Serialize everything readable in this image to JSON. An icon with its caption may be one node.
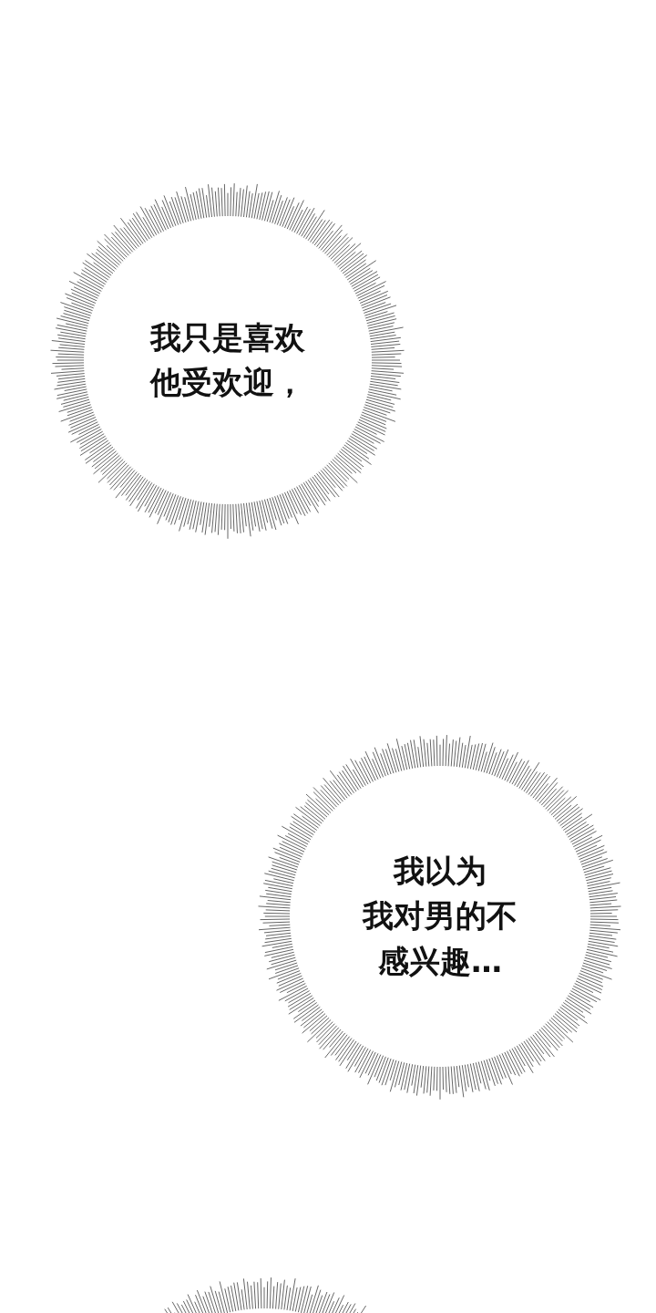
{
  "diagram": {
    "nodes": [
      {
        "text": [
          "我只是喜欢他受欢迎，"
        ]
      },
      {
        "text": [
          "我以为我对男的不感兴趣…"
        ]
      },
      {
        "text": [],
        "shape": "circle"
      }
    ]
  }
}
